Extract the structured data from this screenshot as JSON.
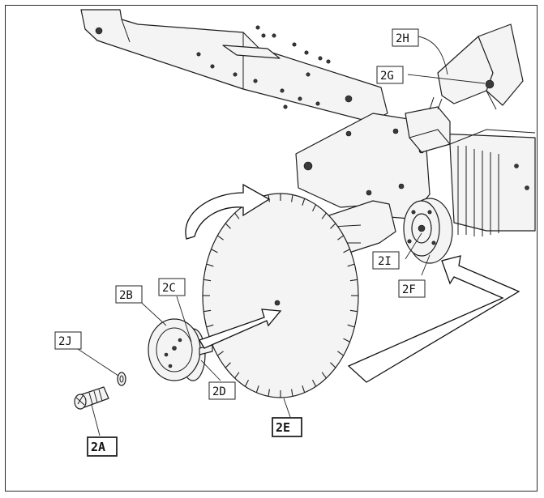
{
  "labels": {
    "l2A": "2A",
    "l2B": "2B",
    "l2C": "2C",
    "l2D": "2D",
    "l2E": "2E",
    "l2F": "2F",
    "l2G": "2G",
    "l2H": "2H",
    "l2I": "2I",
    "l2J": "2J"
  },
  "blade": {
    "teeth_count": 40
  }
}
